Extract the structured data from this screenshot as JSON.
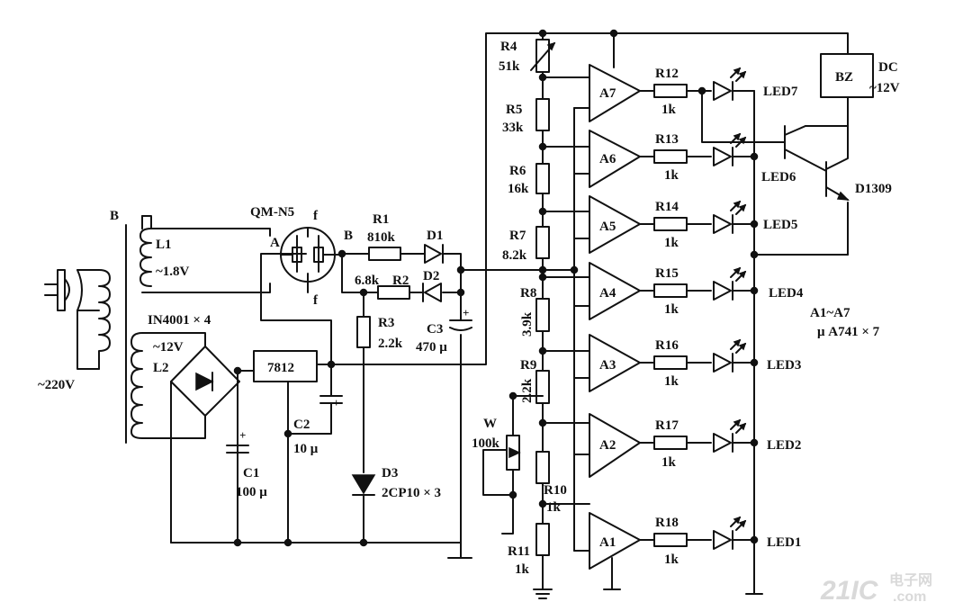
{
  "watermark": {
    "brand": "21IC",
    "site": "电子网",
    "domain": ".com"
  },
  "labels": {
    "transformer": "B",
    "mains": "~220V",
    "l1": "L1",
    "l1_v": "~1.8V",
    "l2": "L2",
    "l2_v": "~12V",
    "bridge": "IN4001 × 4",
    "tube": "QM-N5",
    "tube_a": "A",
    "tube_b": "B",
    "tube_f1": "f",
    "tube_f2": "f",
    "r1": "R1",
    "r1_v": "810k",
    "d1": "D1",
    "d2": "D2",
    "r2": "R2",
    "r2_v": "6.8k",
    "r3": "R3",
    "r3_v": "2.2k",
    "c3": "C3",
    "c3_v": "470 μ",
    "reg": "7812",
    "c1": "C1",
    "c1_v": "100 μ",
    "c2": "C2",
    "c2_v": "10 μ",
    "d3": "D3",
    "d3_v": "2CP10 × 3",
    "w": "W",
    "w_v": "100k",
    "r4": "R4",
    "r4_v": "51k",
    "r5": "R5",
    "r5_v": "33k",
    "r6": "R6",
    "r6_v": "16k",
    "r7": "R7",
    "r7_v": "8.2k",
    "r8": "R8",
    "r8_v": "3.9k",
    "r9": "R9",
    "r9_v": "2.2k",
    "r10": "R10",
    "r10_v": "1k",
    "r11": "R11",
    "r11_v": "1k",
    "a7": "A7",
    "a6": "A6",
    "a5": "A5",
    "a4": "A4",
    "a3": "A3",
    "a2": "A2",
    "a1": "A1",
    "r12": "R12",
    "r13": "R13",
    "r14": "R14",
    "r15": "R15",
    "r16": "R16",
    "r17": "R17",
    "r18": "R18",
    "r_led_v": "1k",
    "led7": "LED7",
    "led6": "LED6",
    "led5": "LED5",
    "led4": "LED4",
    "led3": "LED3",
    "led2": "LED2",
    "led1": "LED1",
    "bz": "BZ",
    "dc": "DC",
    "dc_v": "~12V",
    "q": "D1309",
    "op_note1": "A1~A7",
    "op_note2": "μ A741 × 7"
  }
}
